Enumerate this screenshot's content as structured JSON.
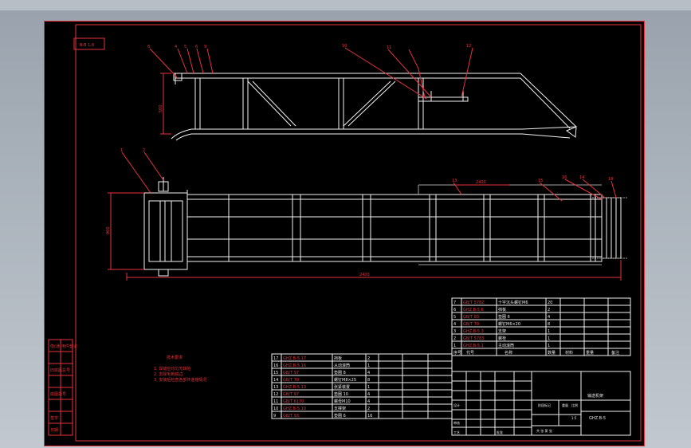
{
  "view_label": "B-B 1:8",
  "part_balloons_top": [
    "8",
    "4",
    "5",
    "6",
    "9",
    "10",
    "11",
    "12"
  ],
  "part_balloons_bottom": [
    "1",
    "2",
    "13",
    "15",
    "16",
    "14",
    "18"
  ],
  "dims": {
    "height_side": "500",
    "spacing": "2400",
    "length": "2400",
    "height_left": "900"
  },
  "tech_requirements": {
    "title": "技术要求",
    "items": [
      "1. 焊缝应均匀无缺陷",
      "2. 去除毛刺锐边",
      "3. 安装后检查各部件连接情况"
    ]
  },
  "bom_upper": [
    {
      "no": "7",
      "code": "GB/T 5782",
      "name": "十字沉头螺钉M6",
      "qty": "20"
    },
    {
      "no": "6",
      "code": "GHZ.B-5.6",
      "name": "挡板",
      "qty": "2"
    },
    {
      "no": "5",
      "code": "GB/T 93",
      "name": "垫圈 6",
      "qty": "4"
    },
    {
      "no": "4",
      "code": "GB/T 70",
      "name": "螺钉M6×20",
      "qty": "8"
    },
    {
      "no": "3",
      "code": "GHZ.B-5.3",
      "name": "支架",
      "qty": "1"
    },
    {
      "no": "2",
      "code": "GB/T 5783",
      "name": "螺栓",
      "qty": "1"
    },
    {
      "no": "1",
      "code": "GHZ.B-5.1",
      "name": "主动滚筒",
      "qty": "1"
    }
  ],
  "bom_lower": [
    {
      "no": "17",
      "code": "GHZ.B-5.17",
      "name": "挡板",
      "qty": "2"
    },
    {
      "no": "16",
      "code": "GHZ.B-5.16",
      "name": "从动滚筒",
      "qty": "1"
    },
    {
      "no": "15",
      "code": "GB/T 97",
      "name": "垫圈 8",
      "qty": "4"
    },
    {
      "no": "14",
      "code": "GB/T 70",
      "name": "螺钉M8×25",
      "qty": "8"
    },
    {
      "no": "13",
      "code": "GHZ.B-5.13",
      "name": "张紧装置",
      "qty": "1"
    },
    {
      "no": "12",
      "code": "GB/T 97",
      "name": "垫圈 10",
      "qty": "4"
    },
    {
      "no": "11",
      "code": "GB/T 6170",
      "name": "螺母M10",
      "qty": "4"
    },
    {
      "no": "10",
      "code": "GHZ.B-5.10",
      "name": "支撑架",
      "qty": "2"
    },
    {
      "no": "9",
      "code": "GB/T 93",
      "name": "垫圈 6",
      "qty": "16"
    }
  ],
  "bom_header": {
    "no": "序号",
    "code": "代号",
    "name": "名称",
    "qty": "数量",
    "material": "材料",
    "weight": "重量",
    "note": "备注"
  },
  "title_block": {
    "drawing_name": "输送机架",
    "drawing_code": "GHZ.B-5",
    "scale": "1:5",
    "designer": "设计",
    "checker": "审核",
    "craft": "工艺",
    "approve": "批准",
    "stage_label": "阶段标记",
    "weight_label": "重量",
    "scale_label": "比例",
    "sheet": "共 张 第 张"
  },
  "side_table": [
    "借(通)用件登记",
    "",
    "旧底图总号",
    "",
    "底图总号",
    "",
    "签字",
    "日期"
  ]
}
